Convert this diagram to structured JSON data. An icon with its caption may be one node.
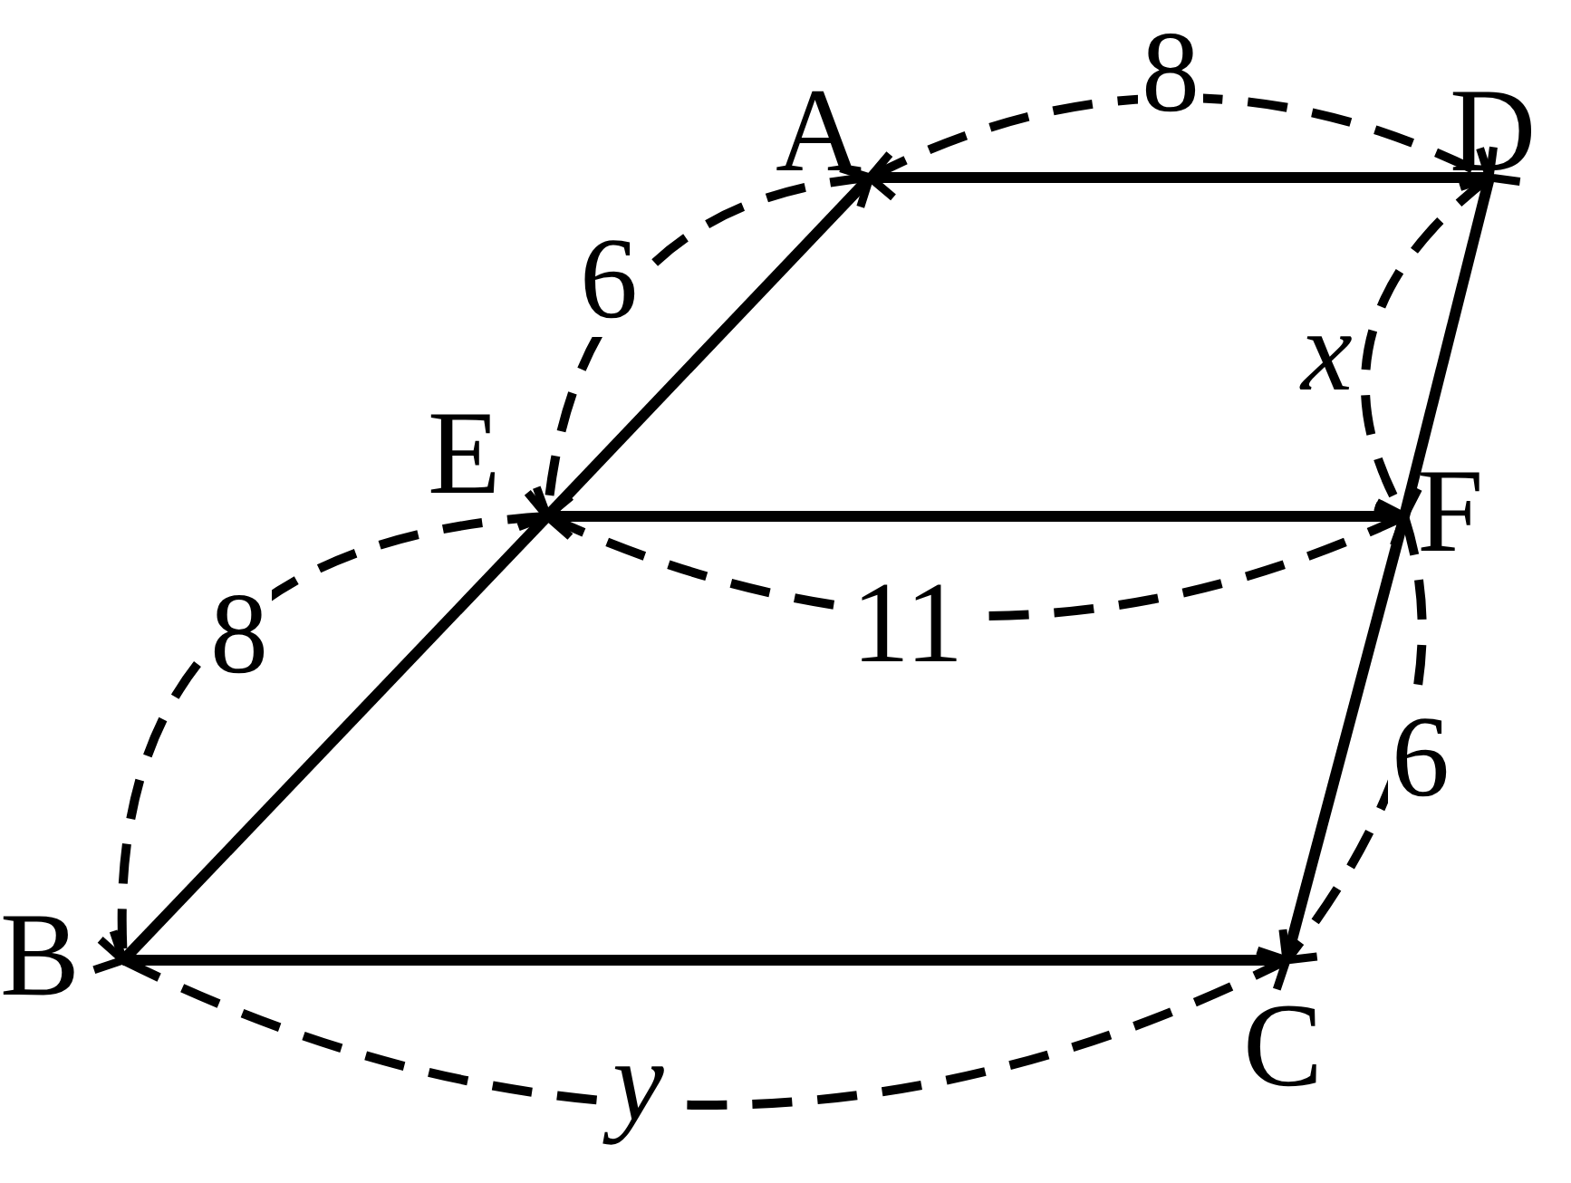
{
  "diagram": {
    "nodes": [
      {
        "text": [
          "A"
        ]
      },
      {
        "text": [
          "D"
        ]
      },
      {
        "text": [
          "E"
        ]
      },
      {
        "text": [
          "F"
        ]
      },
      {
        "text": [
          "B"
        ]
      },
      {
        "text": [
          "C"
        ]
      }
    ],
    "edges": [
      {
        "from": 0,
        "to": 1,
        "arrow": "none"
      },
      {
        "from": 0,
        "to": 2,
        "arrow": "none"
      },
      {
        "from": 2,
        "to": 4,
        "arrow": "none"
      },
      {
        "from": 4,
        "to": 5,
        "arrow": "none"
      },
      {
        "from": 5,
        "to": 3,
        "arrow": "none"
      },
      {
        "from": 3,
        "to": 1,
        "arrow": "none"
      },
      {
        "from": 2,
        "to": 3,
        "arrow": "none"
      }
    ],
    "labels": [
      "8",
      "6",
      "x",
      "11",
      "8",
      "6",
      "y"
    ]
  }
}
